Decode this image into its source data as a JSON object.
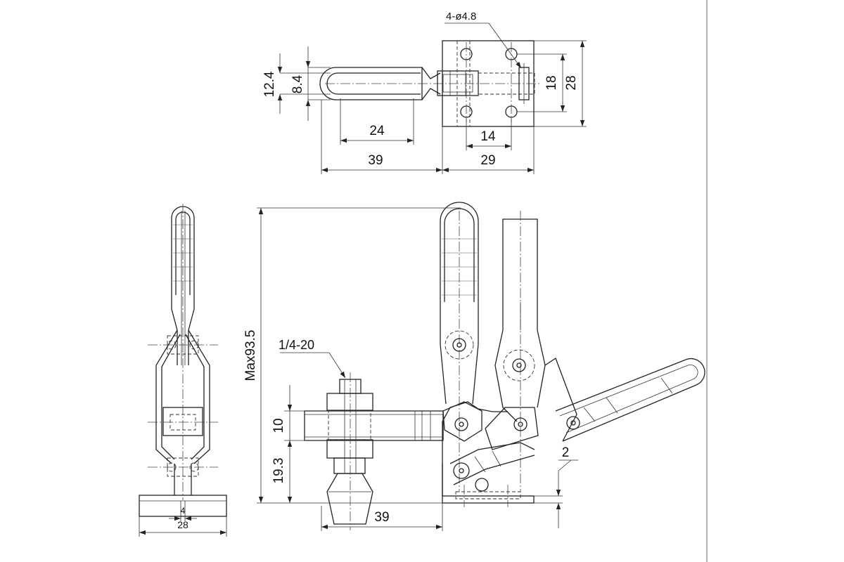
{
  "drawing": {
    "top_view": {
      "hole_callout": "4-ø4.8",
      "dim_12_4": "12.4",
      "dim_8_4": "8.4",
      "dim_24": "24",
      "dim_39": "39",
      "dim_14": "14",
      "dim_29": "29",
      "dim_18": "18",
      "dim_28": "28"
    },
    "front_view": {
      "thread_callout": "1/4-20",
      "dim_max_height": "Max93.5",
      "dim_10": "10",
      "dim_19_3": "19.3",
      "dim_39": "39",
      "dim_2": "2"
    },
    "side_view": {
      "dim_4": "4",
      "dim_28": "28"
    }
  }
}
